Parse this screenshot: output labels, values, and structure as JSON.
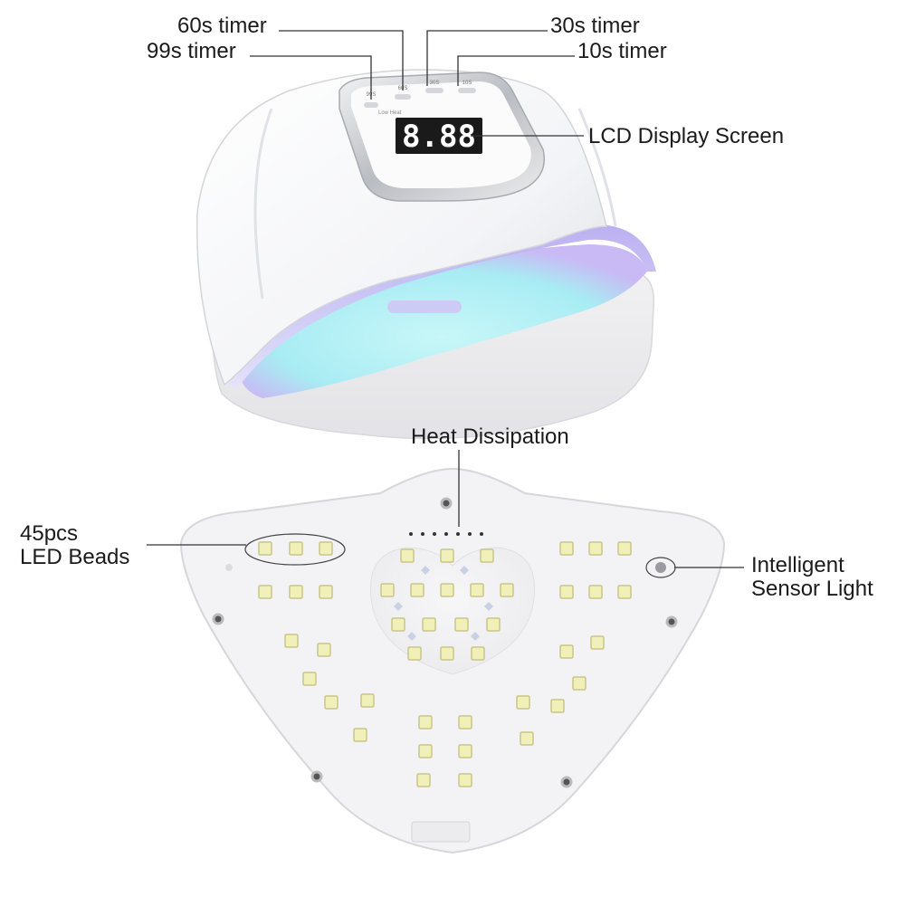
{
  "callouts": {
    "timer_60": "60s timer",
    "timer_99": "99s timer",
    "timer_30": "30s timer",
    "timer_10": "10s timer",
    "lcd": "LCD Display Screen",
    "heat": "Heat Dissipation",
    "led_line1": "45pcs",
    "led_line2": "LED Beads",
    "sensor_line1": "Intelligent",
    "sensor_line2": "Sensor Light"
  },
  "device": {
    "lcd_readout": "8.88",
    "button_labels": [
      "99S",
      "60S",
      "30S",
      "10S"
    ],
    "panel_caption": "Low Heat",
    "led_count": 45
  },
  "colors": {
    "shell": "#f6f7f9",
    "uv_glow": "#aef0f4",
    "purple_rim": "#b9aef2",
    "lcd_bg": "#1a1a1a",
    "led_yellow": "#f1f0b8"
  }
}
